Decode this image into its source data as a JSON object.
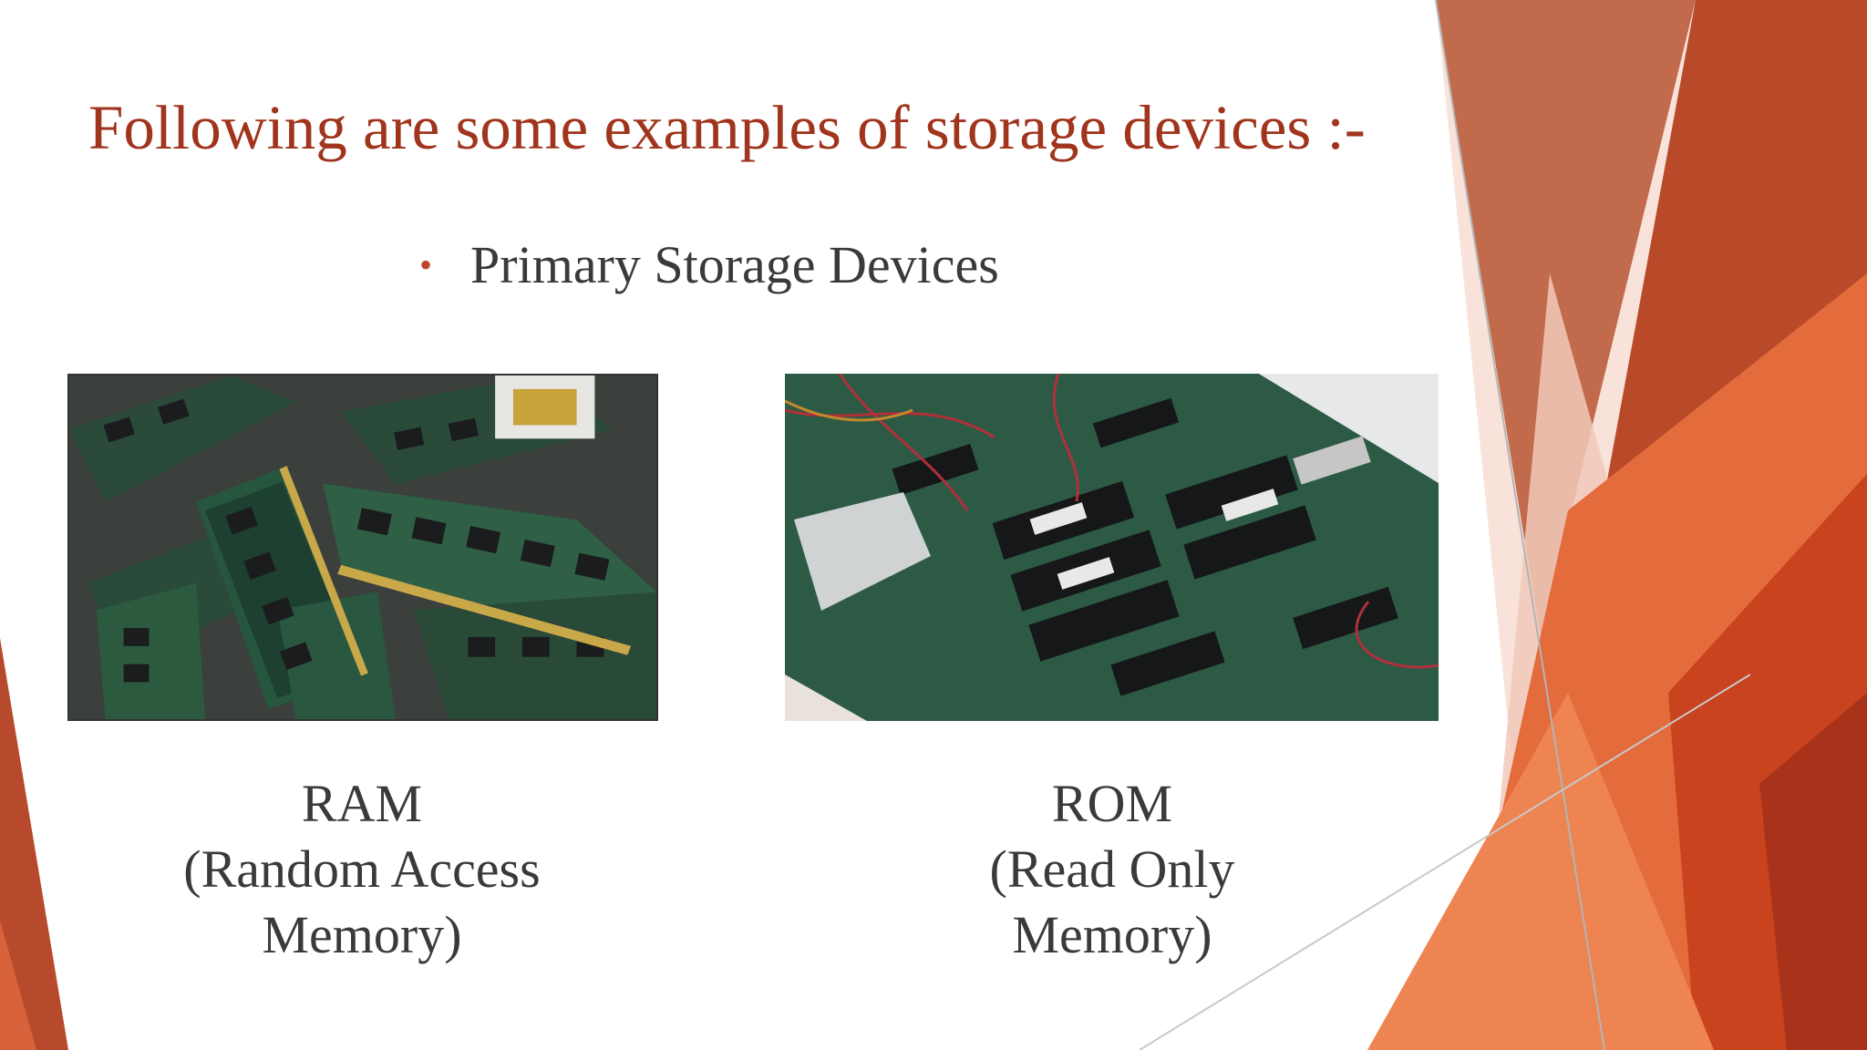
{
  "slide": {
    "title": "Following are some examples of storage devices :-",
    "bullet": {
      "marker": "•",
      "text": "Primary Storage Devices"
    },
    "items": [
      {
        "name": "RAM",
        "lines": [
          "RAM",
          "(Random Access",
          "Memory)"
        ]
      },
      {
        "name": "ROM",
        "lines": [
          "ROM",
          "(Read Only",
          "Memory)"
        ]
      }
    ]
  },
  "colors": {
    "title": "#a0341c",
    "body_text": "#3a3a3a",
    "accent_dark": "#a63a1f",
    "accent_orange": "#e0673a",
    "accent_light": "#f3c7b8"
  }
}
